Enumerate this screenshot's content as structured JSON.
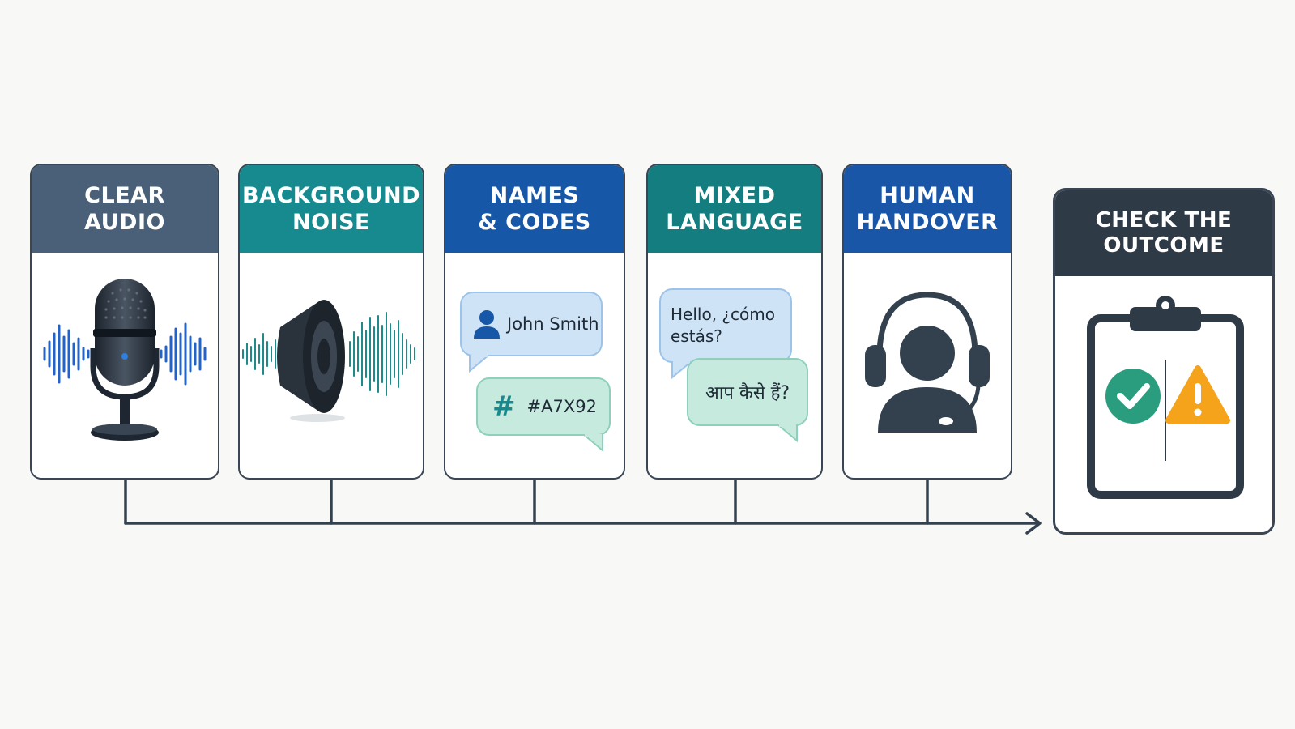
{
  "colors": {
    "slate": "#4a6079",
    "teal": "#178a8f",
    "blue": "#1757a7",
    "teal_dark": "#137d7f",
    "blue_mid": "#1a56a8",
    "dark": "#2f3a47",
    "line": "#344250",
    "wave_blue": "#2163c9",
    "wave_teal": "#1e8a8a",
    "check": "#2a9d7f",
    "warning": "#f5a31a",
    "bubble_blue": "#cfe3f7",
    "bubble_teal": "#c7eadf"
  },
  "cards": [
    {
      "id": "clear-audio",
      "title_lines": [
        "CLEAR",
        "AUDIO"
      ],
      "icon": "microphone-icon"
    },
    {
      "id": "background-noise",
      "title_lines": [
        "BACKGROUND",
        "NOISE"
      ],
      "icon": "speaker-icon"
    },
    {
      "id": "names-codes",
      "title_lines": [
        "NAMES",
        "& CODES"
      ],
      "icon": "chat-bubbles-icon",
      "bubbles": [
        "John Smith",
        "#A7X92"
      ]
    },
    {
      "id": "mixed-language",
      "title_lines": [
        "MIXED",
        "LANGUAGE"
      ],
      "icon": "chat-bubbles-icon",
      "bubbles": [
        "Hello, ¿cómo estás?",
        "आप कैसे हैं?"
      ]
    },
    {
      "id": "human-handover",
      "title_lines": [
        "HUMAN",
        "HANDOVER"
      ],
      "icon": "headset-agent-icon"
    }
  ],
  "outcome": {
    "title_lines": [
      "CHECK THE",
      "OUTCOME"
    ],
    "icon": "clipboard-icon",
    "marks": [
      "check-icon",
      "warning-icon"
    ]
  }
}
